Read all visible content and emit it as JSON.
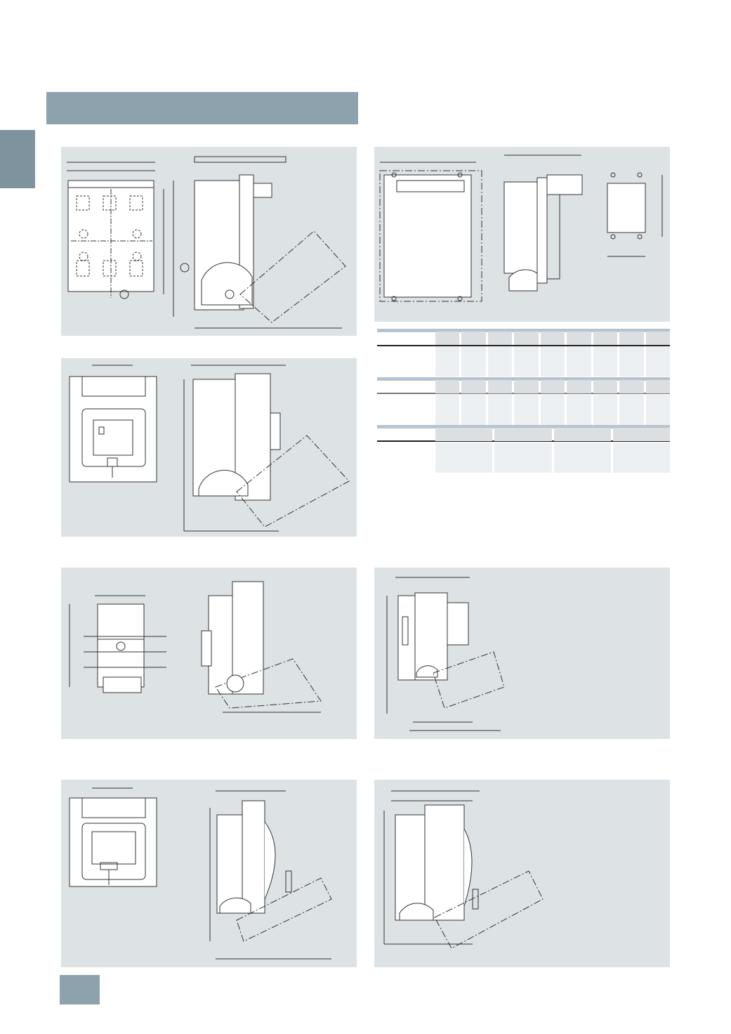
{
  "colors": {
    "header_bar": "#8da2ad",
    "side_tab": "#7f939f",
    "panel_background": "#dde2e5",
    "table_band": "#b7c4ce",
    "table_header_cell": "#dcdfe2",
    "table_data_cell": "#edf0f3",
    "page_number_box": "#8da2ad"
  },
  "table": {
    "sections": [
      {
        "columns": 9
      },
      {
        "columns": 9
      },
      {
        "columns": 4
      }
    ]
  }
}
